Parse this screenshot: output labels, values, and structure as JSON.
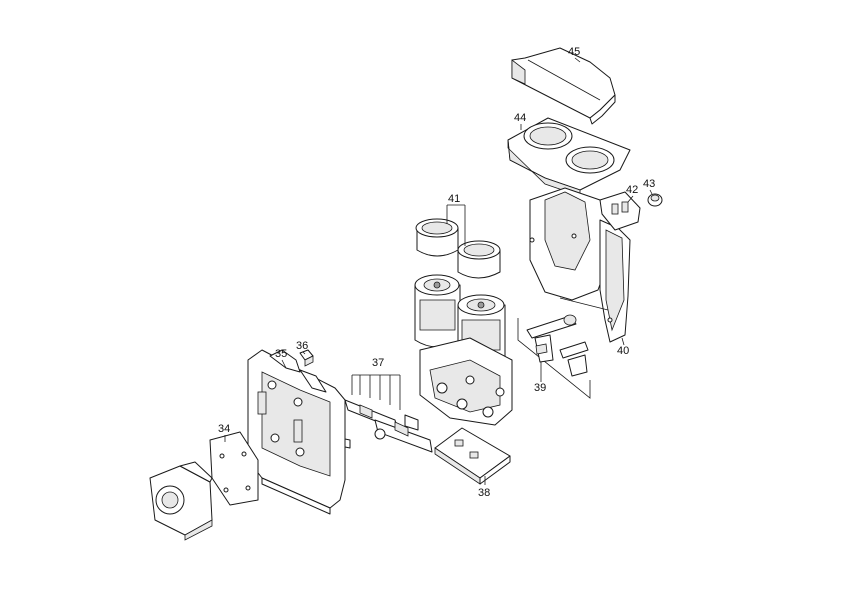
{
  "callouts": {
    "p34": "34",
    "p35": "35",
    "p36": "36",
    "p37": "37",
    "p38": "38",
    "p39": "39",
    "p40": "40",
    "p41": "41",
    "p42": "42",
    "p43": "43",
    "p44": "44",
    "p45": "45"
  },
  "colors": {
    "line": "#1a1a1a",
    "fill": "#ffffff",
    "shade": "#e8e8e8"
  }
}
